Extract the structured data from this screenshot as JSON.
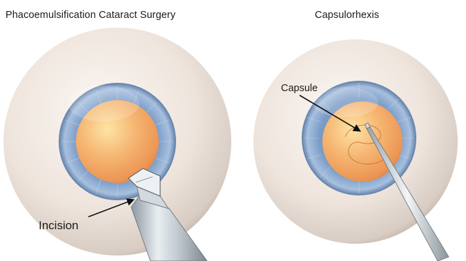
{
  "panels": [
    {
      "title": "Phacoemulsification Cataract Surgery",
      "callout": "Incision"
    },
    {
      "title": "Capsulorhexis",
      "callout": "Capsule"
    }
  ],
  "colors": {
    "sclera": "#efe7e1",
    "iris": "#7b9cc6",
    "lens": "#f2a460",
    "instrument": "#b9c2c8"
  }
}
